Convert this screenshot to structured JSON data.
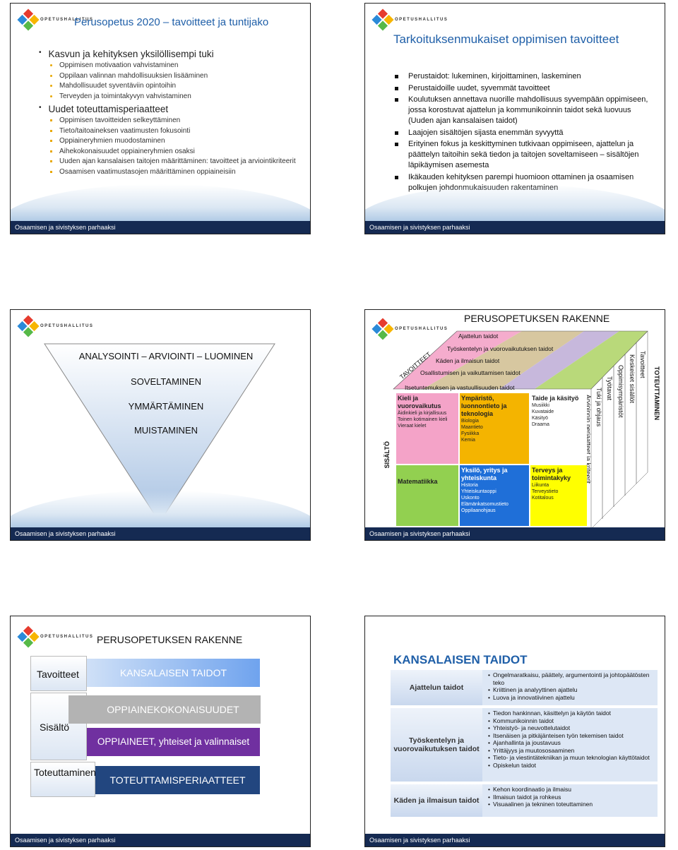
{
  "common": {
    "logo_word": "OPETUSHALLITUS",
    "footer": "Osaamisen ja sivistyksen parhaaksi",
    "colors": {
      "brand_blue": "#1f5fa8",
      "footer": "#152a52"
    }
  },
  "slide1": {
    "title": "Perusopetus 2020 – tavoitteet ja tuntijako",
    "sections": [
      {
        "heading": "Kasvun ja kehityksen yksilöllisempi tuki",
        "items": [
          "Oppimisen motivaation vahvistaminen",
          "Oppilaan valinnan mahdollisuuksien lisääminen",
          "Mahdollisuudet syventäviin opintoihin",
          "Terveyden ja toimintakyvyn vahvistaminen"
        ]
      },
      {
        "heading": "Uudet toteuttamisperiaatteet",
        "items": [
          "Oppimisen tavoitteiden selkeyttäminen",
          "Tieto/taitoaineksen vaatimusten fokusointi",
          "Oppiaineryhmien muodostaminen",
          "Aihekokonaisuudet oppiaineryhmien osaksi",
          "Uuden ajan kansalaisen taitojen määrittäminen: tavoitteet ja arviointikriteerit",
          "Osaamisen vaatimustasojen määrittäminen oppiaineisiin"
        ]
      }
    ]
  },
  "slide2": {
    "title": "Tarkoituksenmukaiset oppimisen tavoitteet",
    "items": [
      "Perustaidot: lukeminen, kirjoittaminen, laskeminen",
      "Perustaidoille uudet, syvemmät tavoitteet",
      "Koulutuksen annettava nuorille mahdollisuus syvempään oppimiseen, jossa korostuvat ajattelun ja kommunikoinnin taidot sekä luovuus  (Uuden ajan kansalaisen taidot)",
      "Laajojen sisältöjen sijasta enemmän syvyyttä",
      "Erityinen fokus ja keskittyminen tutkivaan oppimiseen, ajattelun ja päättelyn taitoihin sekä tiedon ja taitojen soveltamiseen – sisältöjen läpikäymisen asemesta",
      "Ikäkauden kehityksen parempi huomioon ottaminen ja osaamisen polkujen johdonmukaisuuden  rakentaminen"
    ]
  },
  "slide3": {
    "levels": [
      "ANALYSOINTI – ARVIOINTI – LUOMINEN",
      "SOVELTAMINEN",
      "YMMÄRTÄMINEN",
      "MUISTAMINEN"
    ]
  },
  "slide4": {
    "title": "PERUSOPETUKSEN RAKENNE",
    "bands": [
      "Ajattelun taidot",
      "Työskentelyn ja vuorovaikutuksen taidot",
      "Käden ja ilmaisun taidot",
      "Osallistumisen ja vaikuttamisen taidot",
      "Itsetuntemuksen ja vastuullisuuden taidot"
    ],
    "axis_tavoitteet": "TAVOITTEET",
    "axis_sisalto": "SISÄLTÖ",
    "axis_toteuttaminen": "TOTEUTTAMINEN",
    "side_labels": [
      "Tavoitteet",
      "Keskeiset sisällöt",
      "Oppimisympäristöt",
      "Työtavat",
      "Tuki ja ohjaus",
      "Arvioinnin periaatteet ja kriteerit"
    ],
    "cells": [
      {
        "title": "Kieli ja vuorovaikutus",
        "items": [
          "Äidinkieli ja kirjallisuus",
          "Toinen kotimainen kieli",
          "Vieraat kielet"
        ],
        "color": "#f4a3c8"
      },
      {
        "title": "Ympäristö, luonnontieto ja teknologia",
        "items": [
          "Biologia",
          "Maantieto",
          "Fysiikka",
          "Kemia"
        ],
        "color": "#f4b400"
      },
      {
        "title": "Taide ja käsityö",
        "items": [
          "Musiikki",
          "Kuvataide",
          "Käsityö",
          "Draama"
        ],
        "color": "#ffffff"
      },
      {
        "title": "Matematiikka",
        "items": [],
        "color": "#92d050"
      },
      {
        "title": "Yksilö, yritys ja yhteiskunta",
        "items": [
          "Historia",
          "Yhteiskuntaoppi",
          "Uskonto",
          "Elämänkatsomustieto",
          "Oppilaanohjaus"
        ],
        "color": "#1f6fd8"
      },
      {
        "title": "Terveys ja toimintakyky",
        "items": [
          "Liikunta",
          "Terveystieto",
          "Kotitalous"
        ],
        "color": "#ffff00"
      }
    ]
  },
  "slide5": {
    "title": "PERUSOPETUKSEN RAKENNE",
    "left": [
      "Tavoitteet",
      "Sisältö",
      "Toteuttaminen"
    ],
    "bars": [
      "KANSALAISEN TAIDOT",
      "OPPIAINEKOKONAISUUDET",
      "OPPIAINEET, yhteiset  ja valinnaiset",
      "TOTEUTTAMISPERIAATTEET"
    ]
  },
  "slide6": {
    "title": "KANSALAISEN TAIDOT",
    "rows": [
      {
        "label": "Ajattelun taidot",
        "items": [
          "Ongelmaratkaisu, päättely, argumentointi ja johtopäätösten teko",
          "Kriittinen ja analyyttinen ajattelu",
          "Luova ja innovatiivinen ajattelu"
        ]
      },
      {
        "label": "Työskentelyn ja vuorovaikutuksen taidot",
        "items": [
          "Tiedon hankinnan, käsittelyn ja käytön taidot",
          "Kommunikoinnin taidot",
          "Yhteistyö- ja neuvottelutaidot",
          "Itsenäisen ja pitkäjänteisen työn tekemisen taidot",
          "Ajanhallinta ja joustavuus",
          "Yrittäjyys ja muutososaaminen",
          "Tieto- ja viestintätekniikan ja muun teknologian käyttötaidot",
          "Opiskelun taidot"
        ]
      },
      {
        "label": "Käden ja ilmaisun taidot",
        "items": [
          "Kehon koordinaatio ja ilmaisu",
          "Ilmaisun taidot ja rohkeus",
          "Visuaalinen ja tekninen toteuttaminen"
        ]
      }
    ]
  }
}
